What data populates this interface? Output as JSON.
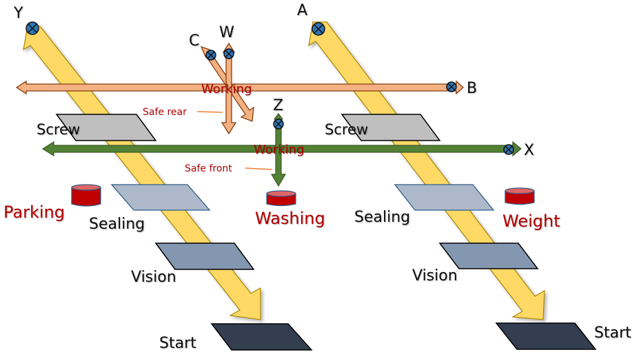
{
  "diagram": {
    "title": "",
    "colors": {
      "conveyor_fill": "#ffd966",
      "conveyor_stroke": "#a68400",
      "rear_axis_fill": "#f4b183",
      "rear_axis_stroke": "#843c0c",
      "front_axis_fill": "#548235",
      "front_axis_stroke": "#385723",
      "motor_fill": "#2e75b6",
      "station_screw": "#bfbfbf",
      "station_sealing": "#adb9ca",
      "station_vision": "#8497b0",
      "station_start": "#333f50",
      "bucket_fill": "#c00000",
      "bucket_top": "#e06666",
      "red_text": "#c00000",
      "leader_line": "#ed7d31"
    },
    "axes": {
      "Y": {
        "label": "Y",
        "group": "conveyor-left"
      },
      "A": {
        "label": "A",
        "group": "conveyor-right"
      },
      "B": {
        "label": "B",
        "group": "rear-gantry"
      },
      "C": {
        "label": "C",
        "group": "rear-gantry"
      },
      "W": {
        "label": "W",
        "group": "rear-gantry"
      },
      "X": {
        "label": "X",
        "group": "front-gantry"
      },
      "Z": {
        "label": "Z",
        "group": "front-gantry"
      }
    },
    "position_labels": {
      "working_rear": "Working",
      "working_front": "Working",
      "safe_rear": "Safe rear",
      "safe_front": "Safe front"
    },
    "stations_left": {
      "screw": "Screw",
      "sealing": "Sealing",
      "vision": "Vision",
      "start": "Start"
    },
    "stations_right": {
      "screw": "Screw",
      "sealing": "Sealing",
      "vision": "Vision",
      "start": "Start"
    },
    "buckets": {
      "parking": "Parking",
      "washing": "Washing",
      "weight": "Weight"
    }
  }
}
